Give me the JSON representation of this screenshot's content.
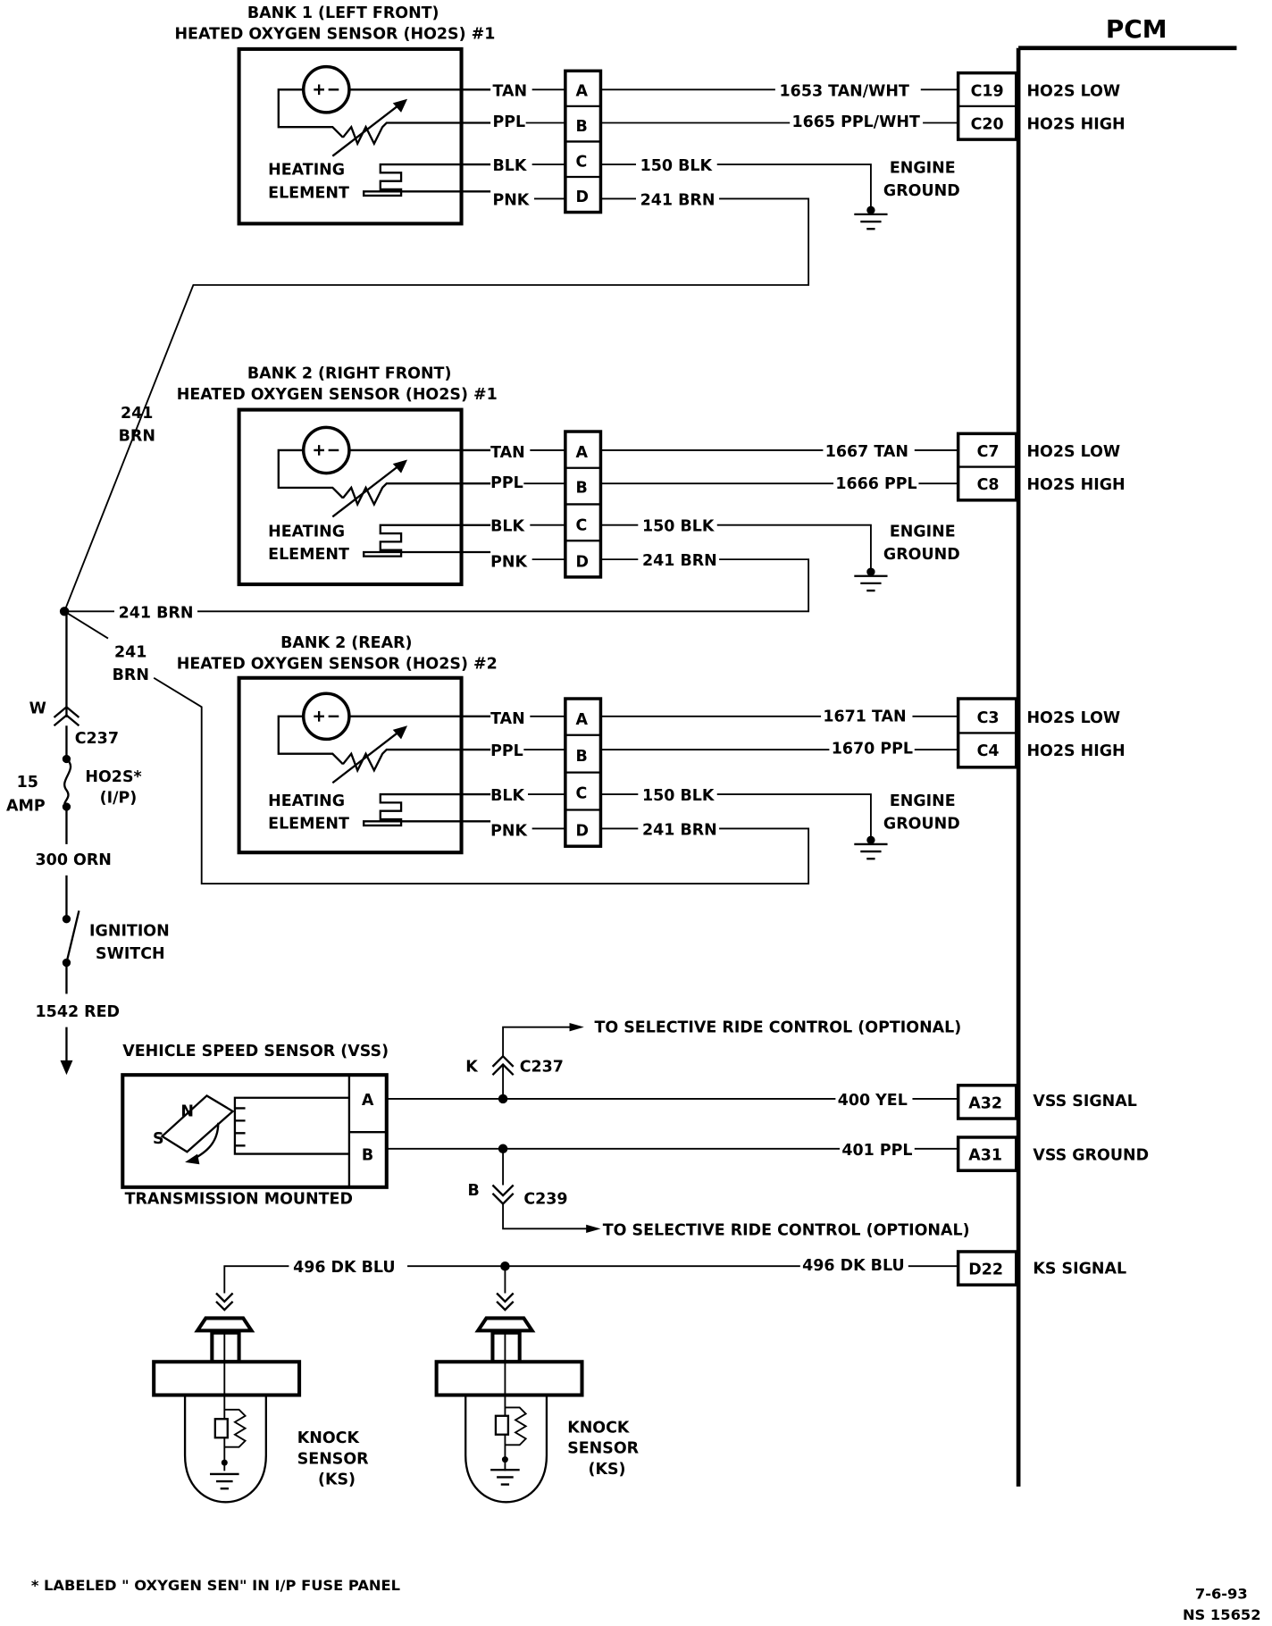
{
  "pcm": {
    "title": "PCM",
    "pins": [
      {
        "id": "C19",
        "label": "HO2S LOW",
        "wire": "1653 TAN/WHT"
      },
      {
        "id": "C20",
        "label": "HO2S HIGH",
        "wire": "1665 PPL/WHT"
      },
      {
        "id": "C7",
        "label": "HO2S LOW",
        "wire": "1667 TAN"
      },
      {
        "id": "C8",
        "label": "HO2S HIGH",
        "wire": "1666 PPL"
      },
      {
        "id": "C3",
        "label": "HO2S LOW",
        "wire": "1671 TAN"
      },
      {
        "id": "C4",
        "label": "HO2S HIGH",
        "wire": "1670 PPL"
      },
      {
        "id": "A32",
        "label": "VSS SIGNAL",
        "wire": "400 YEL"
      },
      {
        "id": "A31",
        "label": "VSS GROUND",
        "wire": "401 PPL"
      },
      {
        "id": "D22",
        "label": "KS SIGNAL",
        "wire": "496 DK BLU"
      }
    ]
  },
  "sensors": [
    {
      "title1": "BANK 1 (LEFT FRONT)",
      "title2": "HEATED OXYGEN SENSOR (HO2S) #1",
      "heating1": "HEATING",
      "heating2": "ELEMENT",
      "leads": [
        "TAN",
        "PPL",
        "BLK",
        "PNK"
      ],
      "pins": [
        "A",
        "B",
        "C",
        "D"
      ],
      "wire_c": "150 BLK",
      "wire_d": "241 BRN",
      "ground1": "ENGINE",
      "ground2": "GROUND"
    },
    {
      "title1": "BANK 2 (RIGHT FRONT)",
      "title2": "HEATED OXYGEN SENSOR (HO2S) #1",
      "heating1": "HEATING",
      "heating2": "ELEMENT",
      "leads": [
        "TAN",
        "PPL",
        "BLK",
        "PNK"
      ],
      "pins": [
        "A",
        "B",
        "C",
        "D"
      ],
      "wire_c": "150 BLK",
      "wire_d": "241 BRN",
      "ground1": "ENGINE",
      "ground2": "GROUND"
    },
    {
      "title1": "BANK 2 (REAR)",
      "title2": "HEATED OXYGEN SENSOR (HO2S) #2",
      "heating1": "HEATING",
      "heating2": "ELEMENT",
      "leads": [
        "TAN",
        "PPL",
        "BLK",
        "PNK"
      ],
      "pins": [
        "A",
        "B",
        "C",
        "D"
      ],
      "wire_c": "150 BLK",
      "wire_d": "241 BRN",
      "ground1": "ENGINE",
      "ground2": "GROUND"
    }
  ],
  "feed": {
    "brn_top_1": "241",
    "brn_top_2": "BRN",
    "brn_mid": "241 BRN",
    "brn_low_1": "241",
    "brn_low_2": "BRN",
    "conn_letter": "W",
    "conn_id": "C237",
    "fuse_amp_1": "15",
    "fuse_amp_2": "AMP",
    "fuse_name_1": "HO2S*",
    "fuse_name_2": "(I/P)",
    "wire_orn": "300 ORN",
    "switch_1": "IGNITION",
    "switch_2": "SWITCH",
    "wire_red": "1542 RED"
  },
  "vss": {
    "title": "VEHICLE SPEED SENSOR (VSS)",
    "mount": "TRANSMISSION MOUNTED",
    "pins": [
      "A",
      "B"
    ],
    "magnet_n": "N",
    "magnet_s": "S",
    "conn_k_letter": "K",
    "conn_k_id": "C237",
    "conn_b_letter": "B",
    "conn_b_id": "C239",
    "src_top": "TO SELECTIVE RIDE CONTROL (OPTIONAL)",
    "src_bottom": "TO SELECTIVE RIDE CONTROL (OPTIONAL)"
  },
  "knock": {
    "wire_left": "496 DK BLU",
    "sensors": [
      {
        "l1": "KNOCK",
        "l2": "SENSOR",
        "l3": "(KS)"
      },
      {
        "l1": "KNOCK",
        "l2": "SENSOR",
        "l3": "(KS)"
      }
    ]
  },
  "footer": {
    "note": "*  LABELED \" OXYGEN SEN\" IN I/P FUSE PANEL",
    "date": "7-6-93",
    "doc_id": "NS 15652"
  }
}
